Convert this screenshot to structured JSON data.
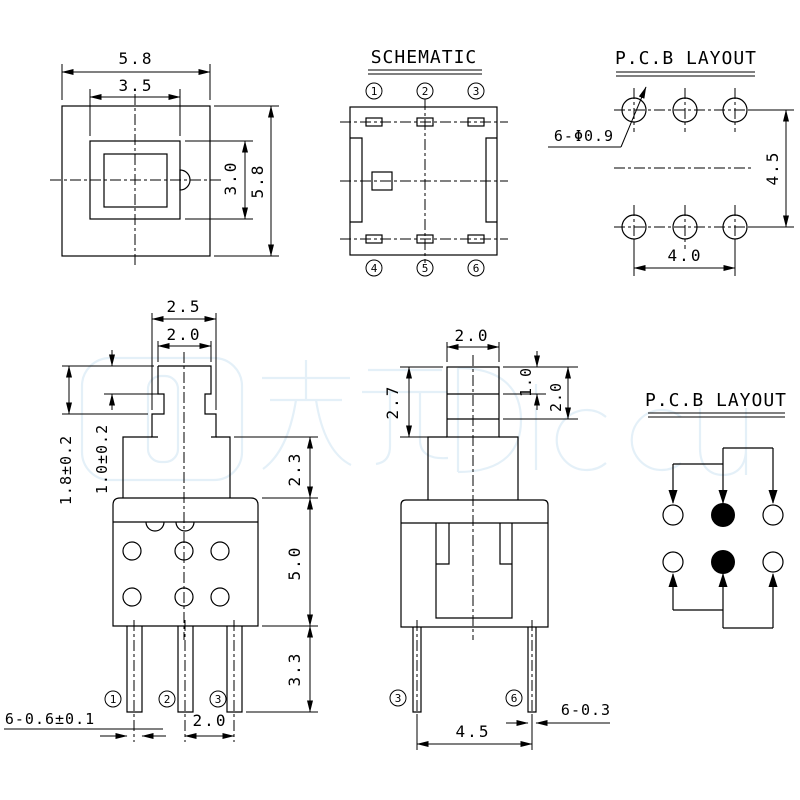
{
  "drawing": {
    "line_color": "#000000",
    "background": "#ffffff",
    "watermark_color": "#d6e8f4"
  },
  "top_view": {
    "dim_outer_width": "5.8",
    "dim_inner_width": "3.5",
    "dim_inner_height": "3.0",
    "dim_outer_height": "5.8"
  },
  "schematic": {
    "title": "SCHEMATIC",
    "pins_top": [
      "1",
      "2",
      "3"
    ],
    "pins_bottom": [
      "4",
      "5",
      "6"
    ]
  },
  "pcb_layout_top": {
    "title": "P.C.B LAYOUT",
    "hole_label": "6-Φ0.9",
    "dim_row_pitch": "4.5",
    "dim_col_pitch": "4.0"
  },
  "front_view": {
    "dim_collar_width": "2.5",
    "dim_tip_width": "2.0",
    "dim_stem_height": "1.8±0.2",
    "dim_tip_height": "1.0±0.2",
    "dim_neck_height": "2.3",
    "dim_body_height": "5.0",
    "dim_pin_length": "3.3",
    "pin_labels": [
      "1",
      "2",
      "3"
    ],
    "lead_width_label": "6-0.6±0.1",
    "pin_pitch_label": "2.0"
  },
  "side_view": {
    "dim_tip_width": "2.0",
    "dim_plunger_height": "2.7",
    "dim_seg1_height": "1.0",
    "dim_seg2_height": "2.0",
    "pin_labels": [
      "3",
      "6"
    ],
    "lead_width_label": "6-0.3",
    "pin_pitch_label": "4.5"
  },
  "pcb_layout_right": {
    "title": "P.C.B LAYOUT"
  }
}
